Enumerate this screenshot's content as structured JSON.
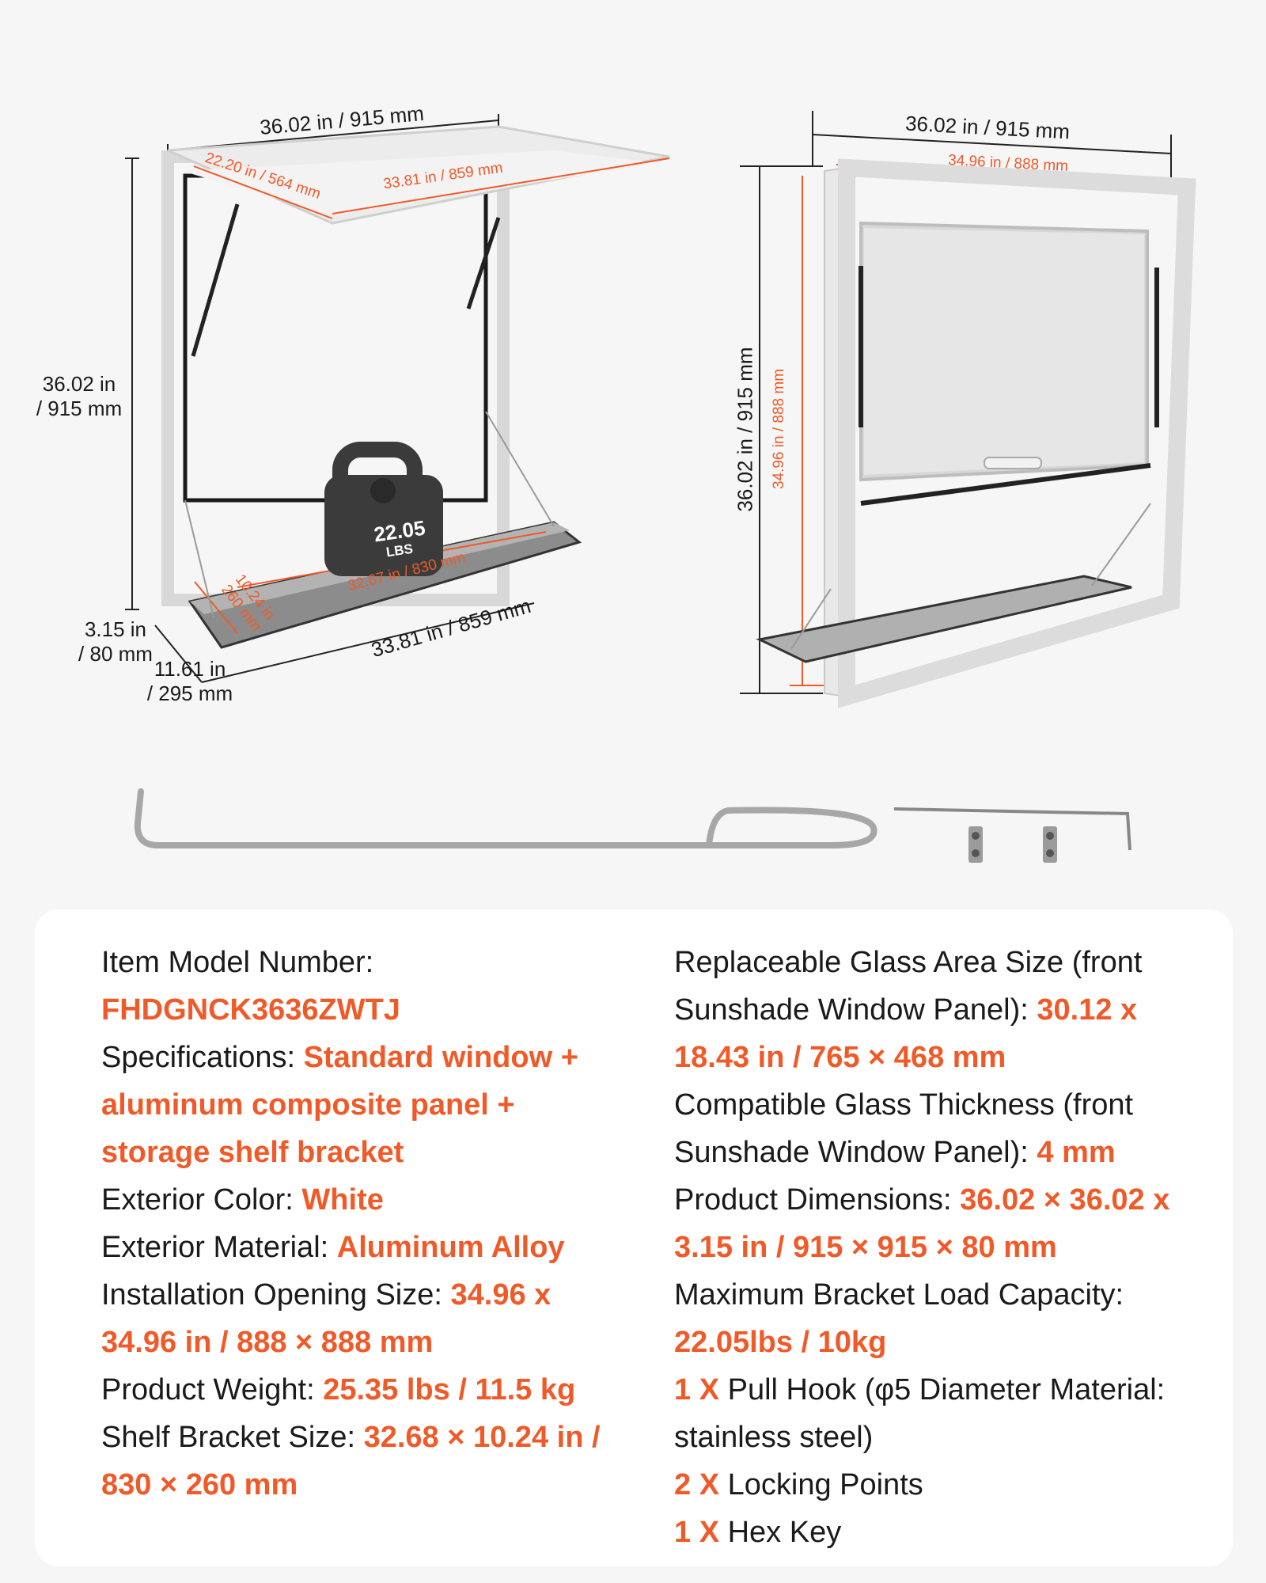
{
  "left_view": {
    "top_width": "36.02 in / 915 mm",
    "awning_depth": "22.20 in / 564 mm",
    "awning_width": "33.81 in / 859 mm",
    "height_in": "36.02 in",
    "height_mm": "/ 915 mm",
    "depth_in": "3.15 in",
    "depth_mm": "/ 80 mm",
    "shelf_depth_in": "11.61 in",
    "shelf_depth_mm": "/ 295 mm",
    "shelf_width": "33.81 in / 859 mm",
    "shelf_inner_width": "32.67 in / 830 mm",
    "shelf_inner_depth_in": "10.24 in",
    "shelf_inner_depth_mm": "260 mm",
    "weight_value": "22.05",
    "weight_unit": "LBS"
  },
  "right_view": {
    "outer_width": "36.02 in / 915 mm",
    "inner_width": "34.96 in / 888 mm",
    "outer_height": "36.02 in / 915 mm",
    "inner_height": "34.96 in / 888 mm"
  },
  "specs_left": [
    {
      "label": "Item Model Number: ",
      "value": "FHDGNCK3636ZWTJ"
    },
    {
      "label": "Specifications:  ",
      "value": "Standard window + aluminum composite panel + storage shelf bracket"
    },
    {
      "label": "Exterior Color: ",
      "value": "White"
    },
    {
      "label": "Exterior Material: ",
      "value": "Aluminum Alloy"
    },
    {
      "label": "Installation Opening Size: ",
      "value": "34.96 x 34.96 in / 888 × 888 mm"
    },
    {
      "label": "Product Weight: ",
      "value": "25.35 lbs / 11.5 kg"
    },
    {
      "label": "Shelf Bracket Size: ",
      "value": "32.68 × 10.24 in / 830 × 260 mm"
    }
  ],
  "specs_right": [
    {
      "label": "Replaceable Glass Area Size (front Sunshade Window Panel): ",
      "value": "30.12 x 18.43 in / 765 × 468 mm"
    },
    {
      "label": "Compatible Glass Thickness (front Sunshade Window Panel): ",
      "value": "4 mm"
    },
    {
      "label": "Product Dimensions: ",
      "value": "36.02 × 36.02 x 3.15 in / 915 × 915 × 80 mm"
    },
    {
      "label": "Maximum Bracket Load Capacity: ",
      "value": "22.05lbs / 10kg"
    },
    {
      "qty": "1 X",
      "item": " Pull Hook (φ5 Diameter Material: stainless steel)"
    },
    {
      "qty": "2 X",
      "item": " Locking Points"
    },
    {
      "qty": "1 X",
      "item": " Hex Key"
    }
  ],
  "colors": {
    "accent": "#f05a28",
    "background": "#f6f6f6",
    "card": "#ffffff"
  }
}
